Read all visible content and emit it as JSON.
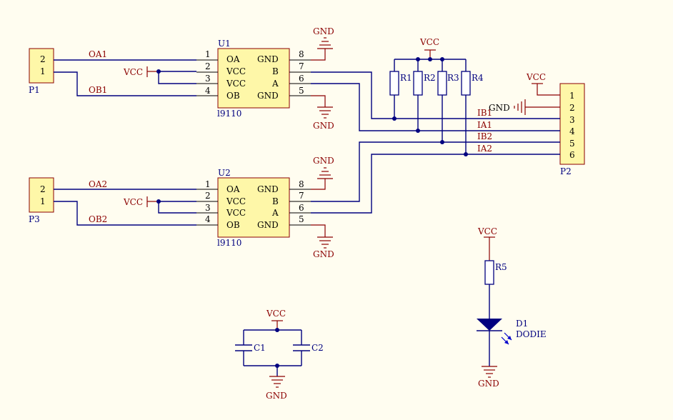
{
  "components": {
    "u1": {
      "designator": "U1",
      "part": "l9110",
      "left": [
        "OA",
        "VCC",
        "VCC",
        "OB"
      ],
      "right": [
        "GND",
        "B",
        "A",
        "GND"
      ],
      "pins_left": [
        "1",
        "2",
        "3",
        "4"
      ],
      "pins_right": [
        "8",
        "7",
        "6",
        "5"
      ]
    },
    "u2": {
      "designator": "U2",
      "part": "l9110",
      "left": [
        "OA",
        "VCC",
        "VCC",
        "OB"
      ],
      "right": [
        "GND",
        "B",
        "A",
        "GND"
      ],
      "pins_left": [
        "1",
        "2",
        "3",
        "4"
      ],
      "pins_right": [
        "8",
        "7",
        "6",
        "5"
      ]
    },
    "p1": {
      "designator": "P1",
      "pins": [
        "2",
        "1"
      ]
    },
    "p3": {
      "designator": "P3",
      "pins": [
        "2",
        "1"
      ]
    },
    "p2": {
      "designator": "P2",
      "pins": [
        "1",
        "2",
        "3",
        "4",
        "5",
        "6"
      ]
    },
    "r1": "R1",
    "r2": "R2",
    "r3": "R3",
    "r4": "R4",
    "r5": "R5",
    "c1": "C1",
    "c2": "C2",
    "d1": {
      "designator": "D1",
      "part": "DODIE"
    }
  },
  "nets": {
    "oa1": "OA1",
    "ob1": "OB1",
    "oa2": "OA2",
    "ob2": "OB2",
    "ib1": "IB1",
    "ia1": "IA1",
    "ib2": "IB2",
    "ia2": "IA2",
    "vcc": "VCC",
    "gnd": "GND"
  },
  "colors": {
    "wire": "#00007f",
    "power": "#8b0000",
    "chip_fill": "#fef7a8",
    "background": "#fffdf0",
    "led_rays": "#0000cc"
  }
}
